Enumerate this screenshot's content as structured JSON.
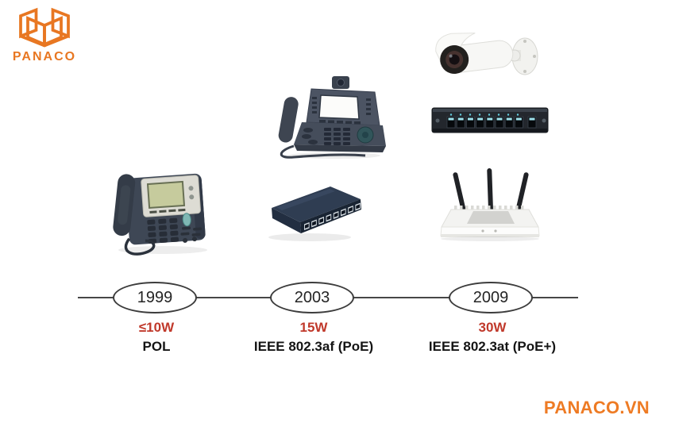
{
  "brand": {
    "logo_text": "PANACO",
    "website": "PANACO.VN",
    "accent_color": "#e87722"
  },
  "timeline": {
    "line_color": "#474747",
    "power_color": "#c0392b",
    "milestones": [
      {
        "year": "1999",
        "power": "≤10W",
        "standard": "POL",
        "devices": [
          "ip-desk-phone"
        ]
      },
      {
        "year": "2003",
        "power": "15W",
        "standard": "IEEE 802.3af (PoE)",
        "devices": [
          "video-ip-phone",
          "desktop-switch"
        ]
      },
      {
        "year": "2009",
        "power": "30W",
        "standard": "IEEE 802.3at (PoE+)",
        "devices": [
          "bullet-cctv-camera",
          "poe-network-switch",
          "wireless-router"
        ]
      }
    ]
  }
}
